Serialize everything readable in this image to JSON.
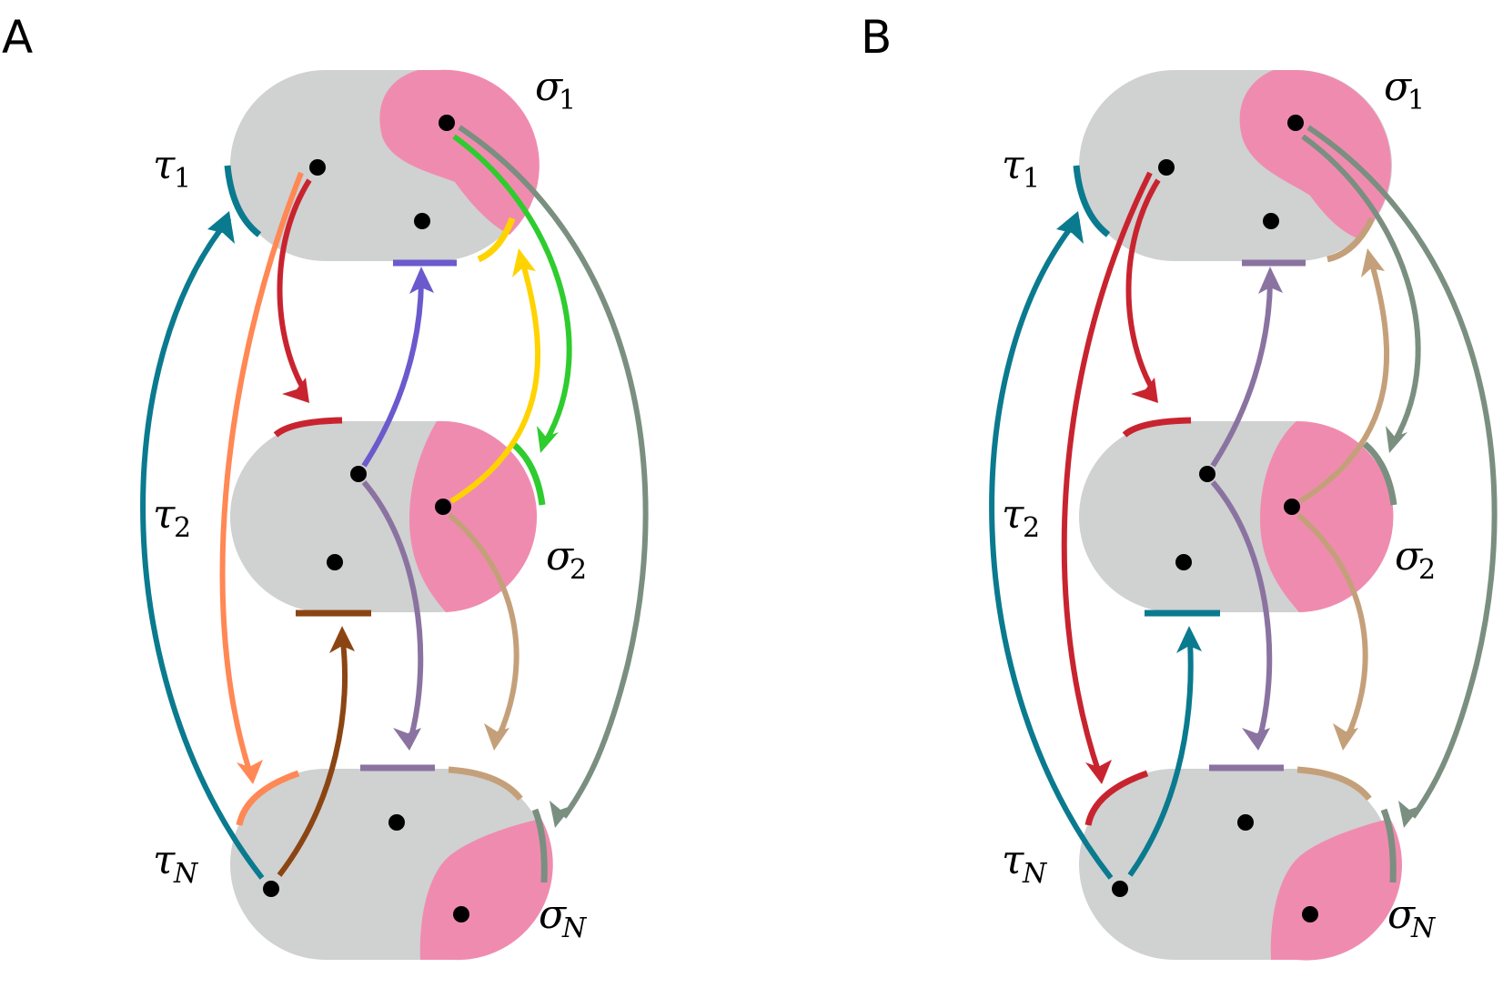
{
  "panels": [
    {
      "letter": "A",
      "labels": {
        "tau": "τ",
        "sigma": "σ",
        "s1": "1",
        "s2": "2",
        "sN": "N"
      }
    },
    {
      "letter": "B",
      "labels": {
        "tau": "τ",
        "sigma": "σ",
        "s1": "1",
        "s2": "2",
        "sN": "N"
      }
    }
  ],
  "colors": {
    "capsule": "#d0d1d1",
    "region": "#f08bb0",
    "teal": "#0a7a8f",
    "orange": "#ff8855",
    "red": "#c8242f",
    "blue": "#6a5acd",
    "yellow": "#ffd300",
    "green": "#2ecc2e",
    "grey_green": "#7a8f80",
    "purple": "#8a73a0",
    "tan": "#c4a07a",
    "brown": "#8b4513"
  }
}
